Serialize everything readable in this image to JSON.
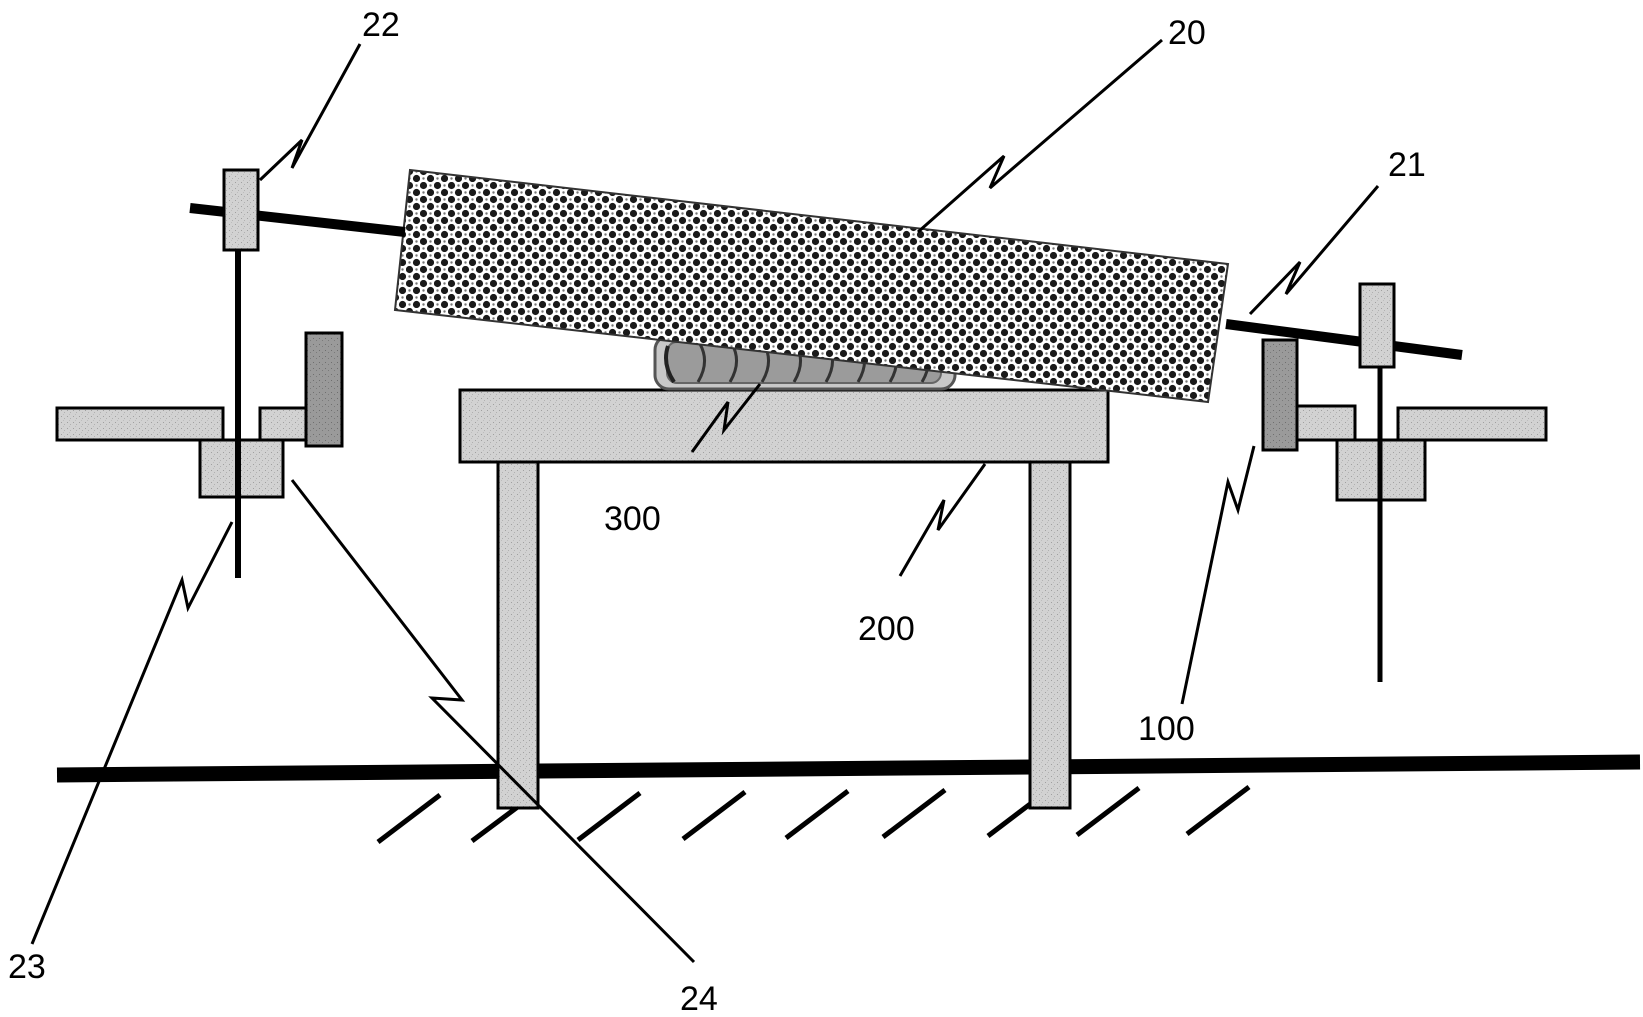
{
  "labels": {
    "ref_20": "20",
    "ref_21": "21",
    "ref_22": "22",
    "ref_23": "23",
    "ref_24": "24",
    "ref_100": "100",
    "ref_200": "200",
    "ref_300": "300"
  },
  "colors": {
    "line": "#000000",
    "light_gray": "#cfcfcf",
    "mid_gray": "#a9a9a9",
    "dark_gray": "#8a8a8a",
    "checker_dark": "#1a1a1a",
    "checker_light": "#ffffff"
  }
}
